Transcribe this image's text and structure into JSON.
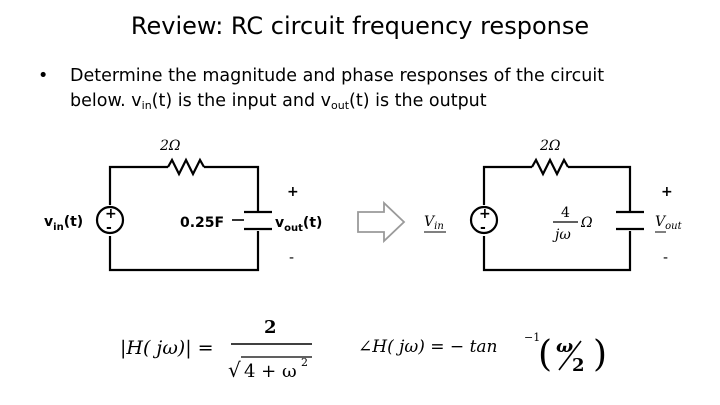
{
  "title": "Review: RC circuit frequency response",
  "bullet": {
    "marker": "•",
    "line1": "Determine the magnitude and phase responses of the circuit",
    "line2_a": "below. v",
    "line2_sub1": "in",
    "line2_b": "(t) is the input and v",
    "line2_sub2": "out",
    "line2_c": "(t) is the output"
  },
  "left_circuit": {
    "resistor": "2Ω",
    "source": "v",
    "source_sub": "in",
    "source_arg": "(t)",
    "capacitor": "0.25F",
    "output": "v",
    "output_sub": "out",
    "output_arg": "(t)",
    "plus": "+",
    "minus": "-",
    "source_plus": "+",
    "source_minus": "-"
  },
  "right_circuit": {
    "resistor": "2Ω",
    "source": "V",
    "source_sub": "in",
    "impedance_num": "4",
    "impedance_den": "jω",
    "impedance_unit": "Ω",
    "output": "V",
    "output_sub": "out",
    "plus": "+",
    "minus": "-",
    "source_plus": "+",
    "source_minus": "-"
  },
  "magnitude": {
    "lhs": "|H( jω)| =",
    "numerator": "2",
    "radical": "√",
    "denominator": "4 + ω",
    "exp": "2"
  },
  "phase": {
    "lhs": "∠H( jω) = − tan",
    "exp": "−1",
    "arg_num": "ω",
    "arg_den": "2"
  }
}
